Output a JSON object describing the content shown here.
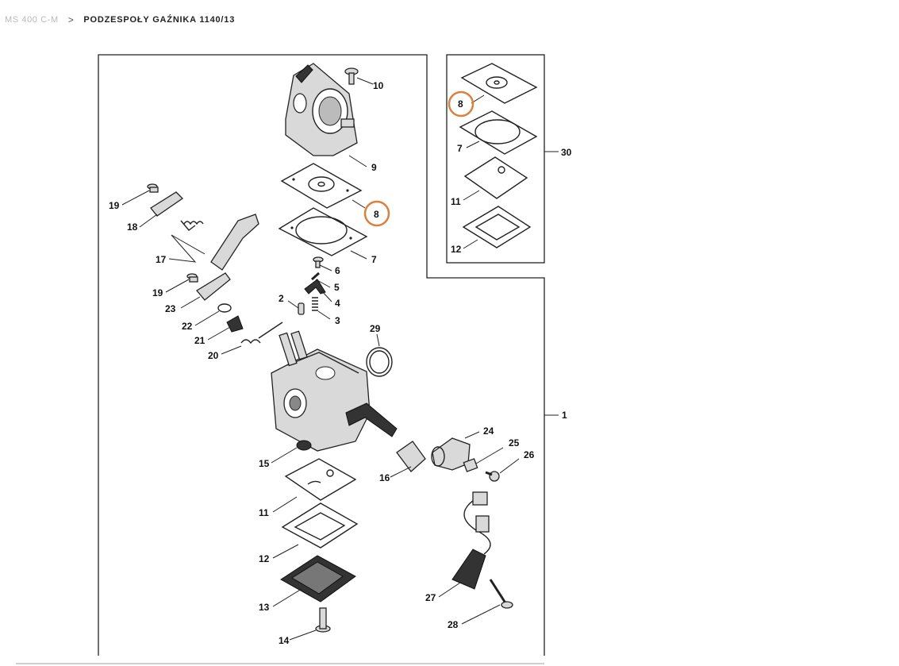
{
  "breadcrumb": {
    "parent": "MS 400 C-M",
    "separator": ">",
    "current": "PODZESPOŁY GAŹNIKA 1140/13"
  },
  "highlight_color": "#d9813f",
  "callouts": {
    "c1": "1",
    "c2": "2",
    "c3": "3",
    "c4": "4",
    "c5": "5",
    "c6": "6",
    "c7": "7",
    "c8": "8",
    "c9": "9",
    "c10": "10",
    "c11": "11",
    "c12": "12",
    "c13": "13",
    "c14": "14",
    "c15": "15",
    "c16": "16",
    "c17": "17",
    "c18": "18",
    "c19": "19",
    "c20": "20",
    "c21": "21",
    "c22": "22",
    "c23": "23",
    "c24": "24",
    "c25": "25",
    "c26": "26",
    "c27": "27",
    "c28": "28",
    "c29": "29",
    "c30": "30"
  },
  "highlighted_part": "8"
}
